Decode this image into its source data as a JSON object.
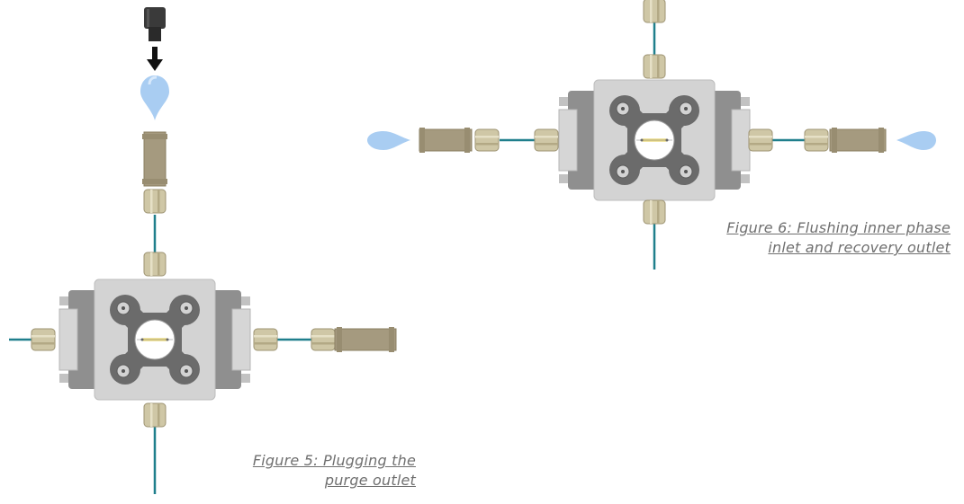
{
  "figures": [
    {
      "id": "fig5",
      "caption_line1": "Figure 5: Plugging the",
      "caption_line2": "purge outlet"
    },
    {
      "id": "fig6",
      "caption_line1": "Figure 6: Flushing inner phase",
      "caption_line2": "inlet and recovery outlet"
    }
  ],
  "colors": {
    "tubing": "#1f7f8c",
    "fitting": "#cfc7a6",
    "fitting_dark": "#a99e7a",
    "plug_fitting": "#a59a7f",
    "block_body": "#d3d3d3",
    "block_side": "#8f8f8f",
    "spider": "#6b6b6b",
    "droplet": "#a9cdf2",
    "plug_cap": "#333333",
    "arrow": "#111111",
    "caption": "#6f6f6f"
  },
  "icons": [
    "chip-holder-icon",
    "plug-cap-icon",
    "arrow-down-icon",
    "droplet-icon",
    "fitting-icon"
  ]
}
